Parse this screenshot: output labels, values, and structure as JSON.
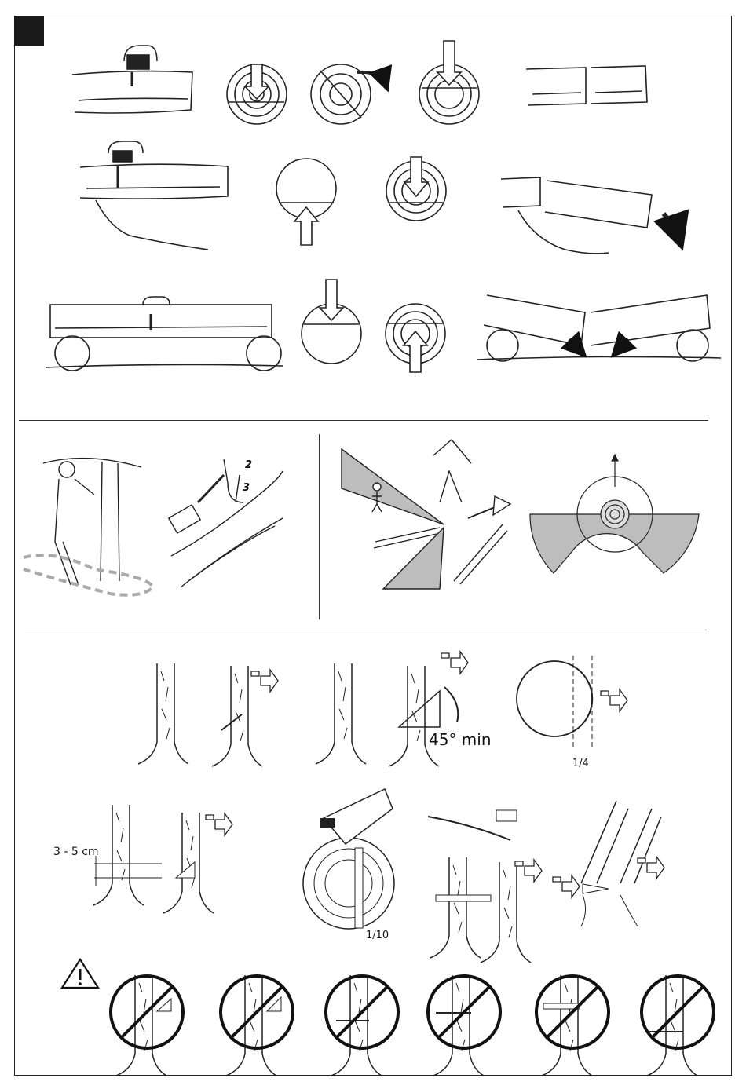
{
  "section_marker": "black-square-marker",
  "labels": {
    "angle": "45° min",
    "quarter": "1/4",
    "notch_height": "3 - 5 cm",
    "hinge": "1/10",
    "callout_2": "2",
    "callout_3": "3"
  },
  "icons": {
    "warning": "warning-triangle-icon",
    "prohibited": "prohibited-circle-icon",
    "direction": "direction-arrow-icon"
  },
  "colors": {
    "line": "#222222",
    "danger_zone": "#bdbdbd",
    "marker": "#1a1a1a"
  }
}
